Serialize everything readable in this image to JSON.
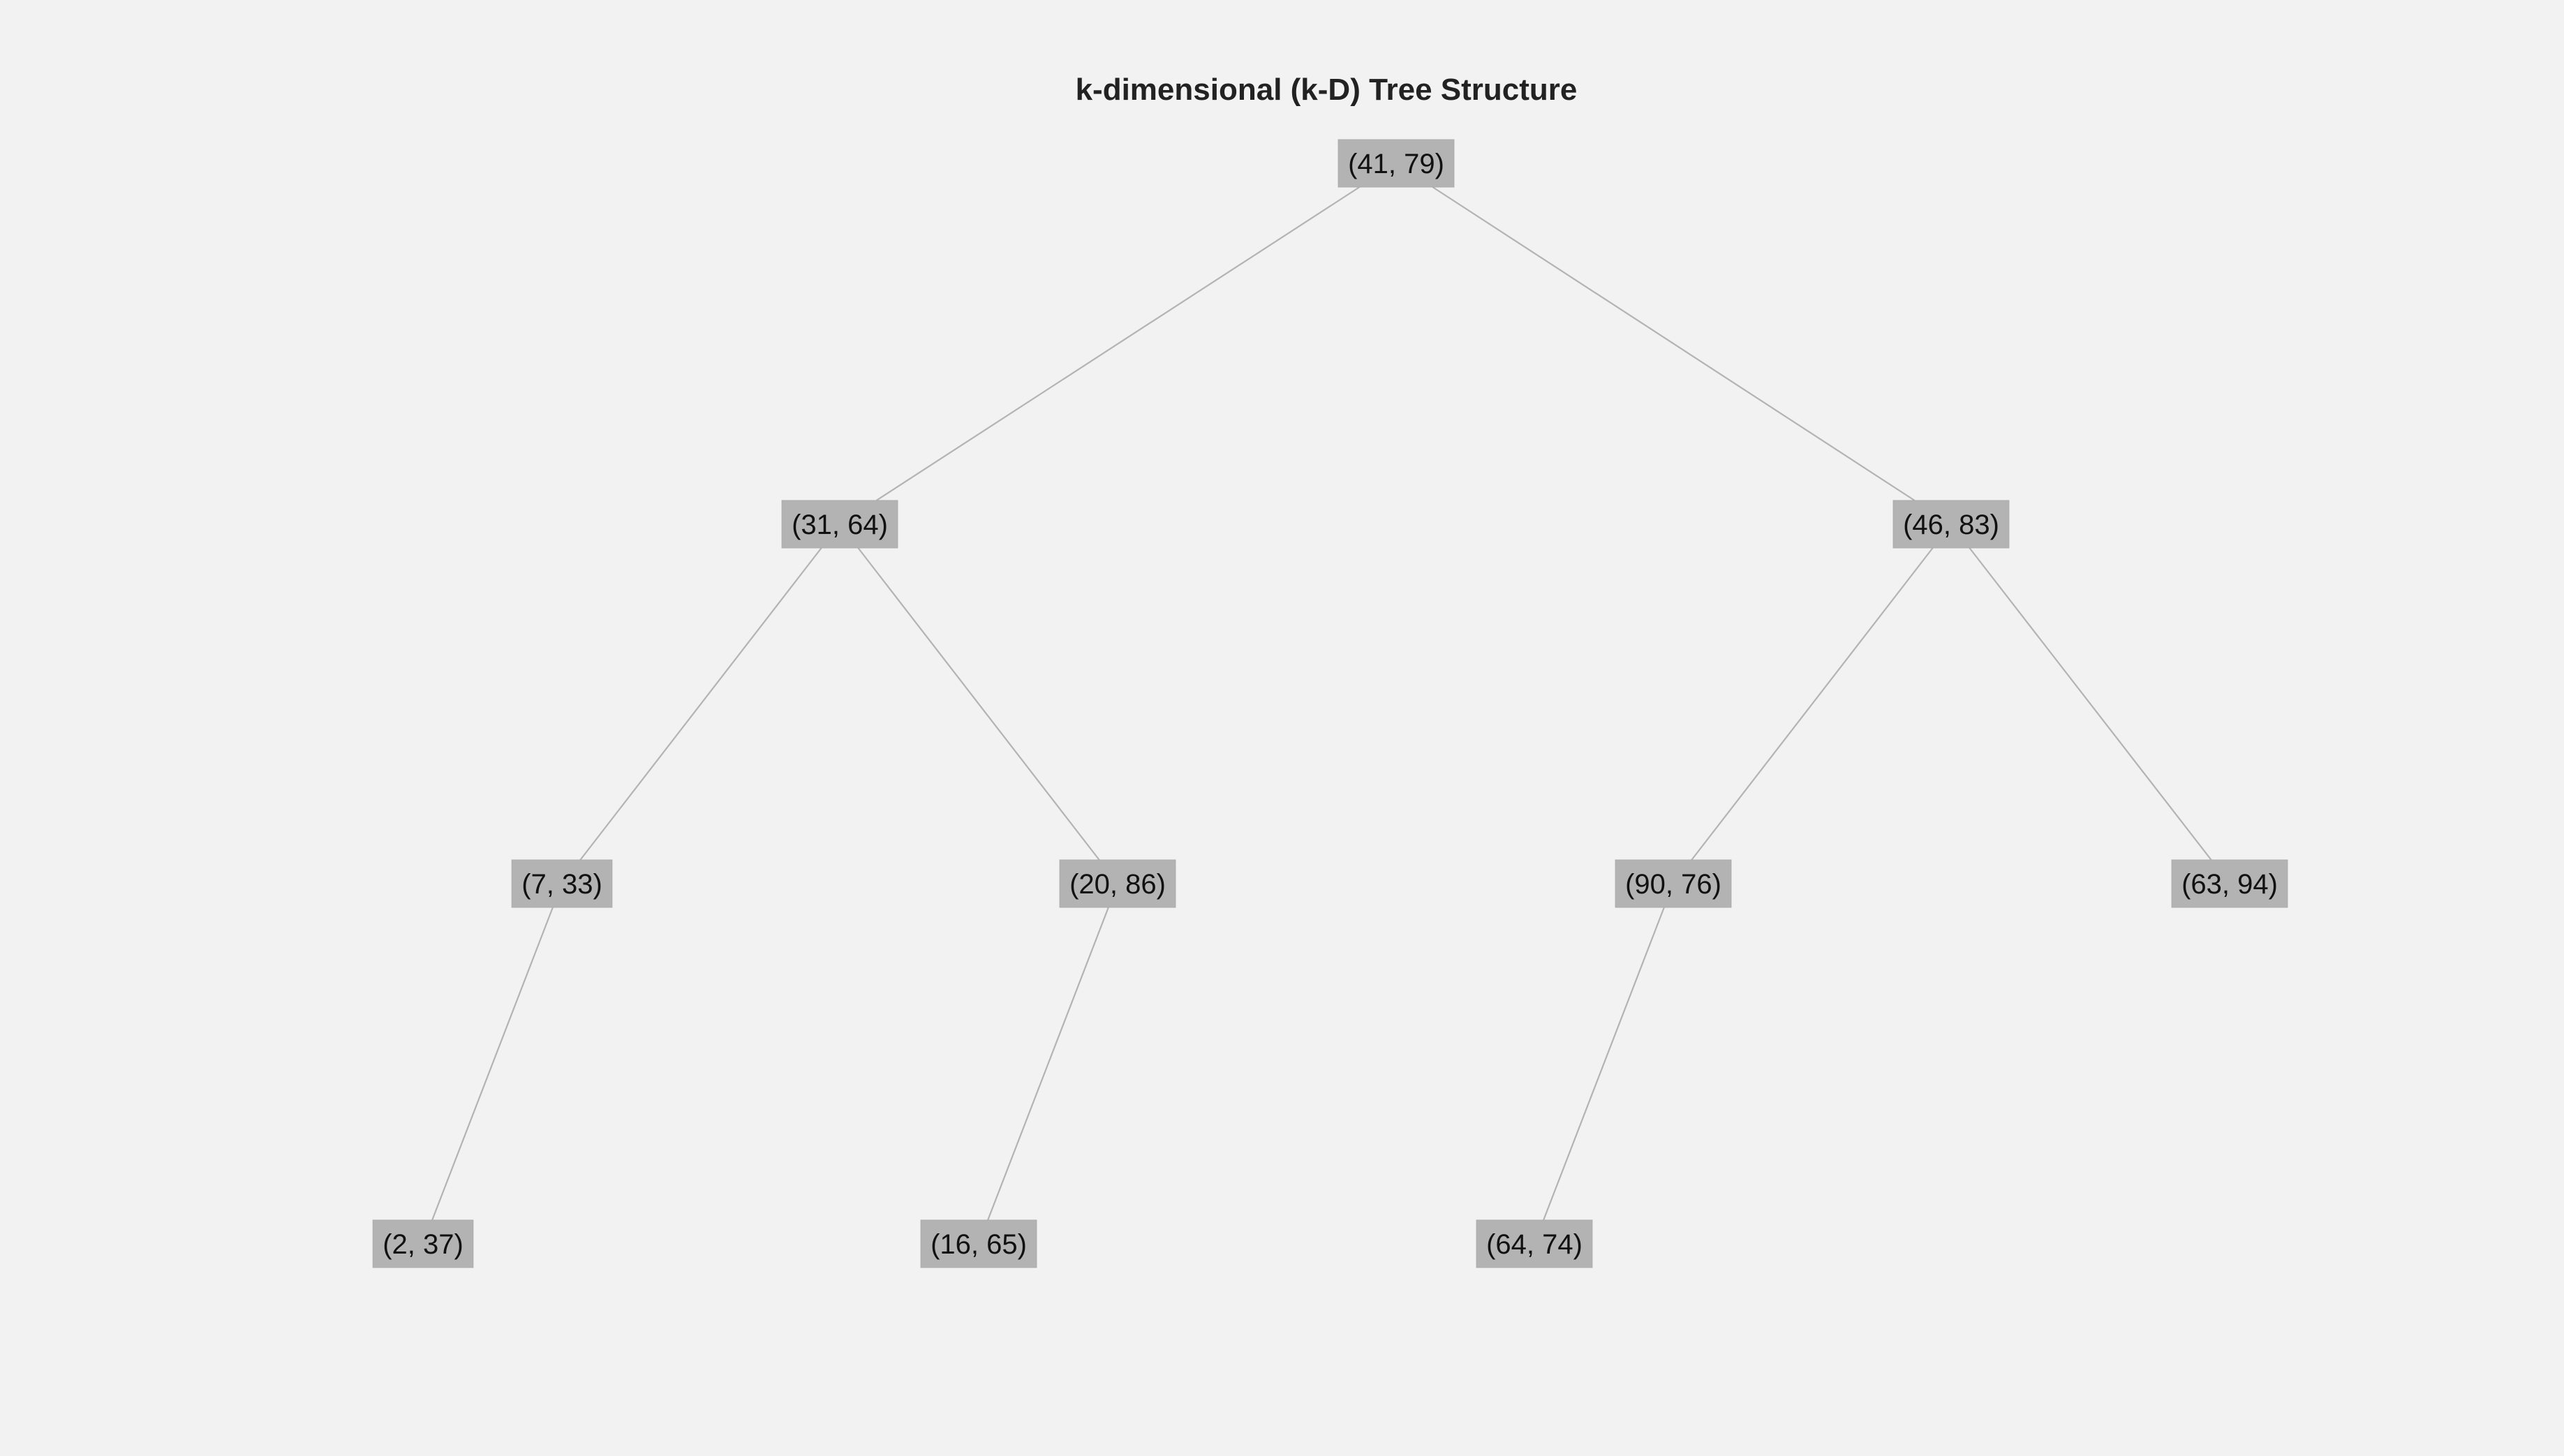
{
  "title": "k-dimensional (k-D) Tree Structure",
  "colors": {
    "background": "#f2f2f2",
    "node_fill": "#b3b3b3",
    "edge": "#b3b3b3",
    "text": "#111111"
  },
  "nodes": [
    {
      "id": "n0",
      "label": "(41, 79)",
      "depth": 0
    },
    {
      "id": "n1",
      "label": "(31, 64)",
      "depth": 1
    },
    {
      "id": "n2",
      "label": "(46, 83)",
      "depth": 1
    },
    {
      "id": "n3",
      "label": "(7, 33)",
      "depth": 2
    },
    {
      "id": "n4",
      "label": "(20, 86)",
      "depth": 2
    },
    {
      "id": "n5",
      "label": "(90, 76)",
      "depth": 2
    },
    {
      "id": "n6",
      "label": "(63, 94)",
      "depth": 2
    },
    {
      "id": "n7",
      "label": "(2, 37)",
      "depth": 3
    },
    {
      "id": "n8",
      "label": "(16, 65)",
      "depth": 3
    },
    {
      "id": "n9",
      "label": "(64, 74)",
      "depth": 3
    }
  ],
  "edges": [
    {
      "from": "n0",
      "to": "n1"
    },
    {
      "from": "n0",
      "to": "n2"
    },
    {
      "from": "n1",
      "to": "n3"
    },
    {
      "from": "n1",
      "to": "n4"
    },
    {
      "from": "n2",
      "to": "n5"
    },
    {
      "from": "n2",
      "to": "n6"
    },
    {
      "from": "n3",
      "to": "n7"
    },
    {
      "from": "n4",
      "to": "n8"
    },
    {
      "from": "n5",
      "to": "n9"
    }
  ]
}
